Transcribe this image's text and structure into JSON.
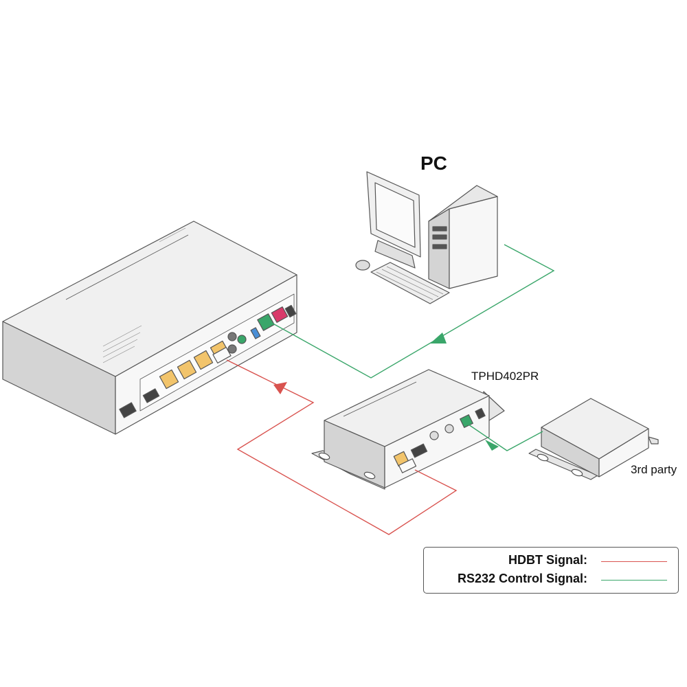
{
  "labels": {
    "pc": "PC",
    "receiver": "TPHD402PR",
    "third_party": "3rd party"
  },
  "legend": {
    "items": [
      {
        "label": "HDBT  Signal:",
        "color": "#d9534f"
      },
      {
        "label": "RS232 Control Signal:",
        "color": "#3aa66a"
      }
    ]
  },
  "colors": {
    "hdbt": "#d9534f",
    "rs232": "#3aa66a",
    "device_face": "#f4f4f4",
    "device_side": "#d6d6d6",
    "port_yellow": "#f2c46b",
    "outline": "#555555"
  }
}
